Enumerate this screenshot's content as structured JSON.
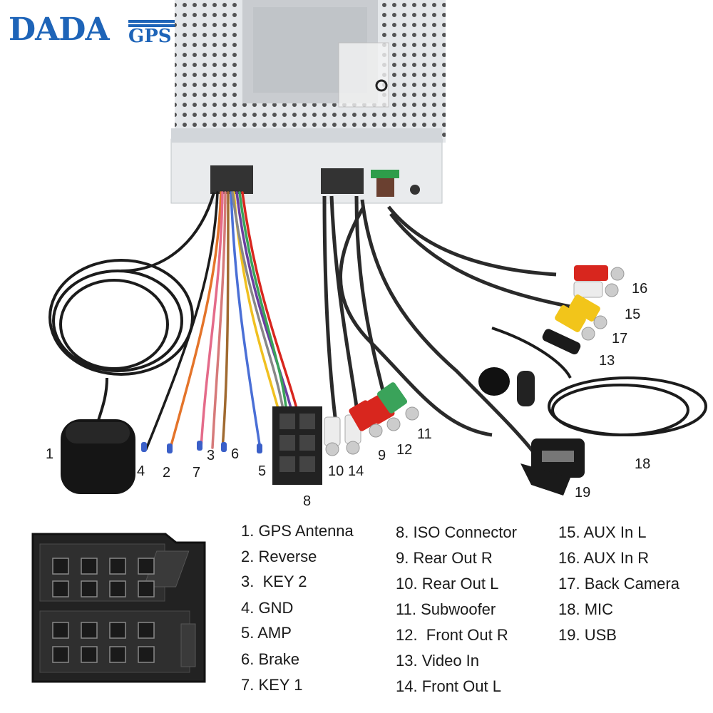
{
  "logo": {
    "main": "DADA",
    "sub": "GPS"
  },
  "callouts": [
    {
      "id": "1",
      "text": "1"
    },
    {
      "id": "2",
      "text": "2"
    },
    {
      "id": "3",
      "text": "3"
    },
    {
      "id": "4",
      "text": "4"
    },
    {
      "id": "5",
      "text": "5"
    },
    {
      "id": "6",
      "text": "6"
    },
    {
      "id": "7",
      "text": "7"
    },
    {
      "id": "8",
      "text": "8"
    },
    {
      "id": "9",
      "text": "9"
    },
    {
      "id": "10",
      "text": "10"
    },
    {
      "id": "11",
      "text": "11"
    },
    {
      "id": "12",
      "text": "12"
    },
    {
      "id": "13",
      "text": "13"
    },
    {
      "id": "14",
      "text": "14"
    },
    {
      "id": "15",
      "text": "15"
    },
    {
      "id": "16",
      "text": "16"
    },
    {
      "id": "17",
      "text": "17"
    },
    {
      "id": "18",
      "text": "18"
    },
    {
      "id": "19",
      "text": "19"
    }
  ],
  "legend": [
    {
      "text": "1. GPS Antenna"
    },
    {
      "text": "2. Reverse"
    },
    {
      "text": "3.  KEY 2"
    },
    {
      "text": "4. GND"
    },
    {
      "text": "5. AMP"
    },
    {
      "text": "6. Brake"
    },
    {
      "text": "7. KEY 1"
    },
    {
      "text": "8. ISO Connector"
    },
    {
      "text": "9. Rear Out R"
    },
    {
      "text": "10. Rear Out L"
    },
    {
      "text": "11. Subwoofer"
    },
    {
      "text": "12.  Front Out R"
    },
    {
      "text": "13. Video In"
    },
    {
      "text": "14. Front Out L"
    },
    {
      "text": "15. AUX In L"
    },
    {
      "text": "16. AUX In R"
    },
    {
      "text": "17. Back Camera"
    },
    {
      "text": "18. MIC"
    },
    {
      "text": "19. USB"
    }
  ],
  "colors": {
    "brand": "#1e64b8",
    "cable": "#1c1c1c",
    "rca_red": "#d8261e",
    "rca_white": "#ececec",
    "rca_yellow": "#f2c51a",
    "rca_green": "#3aa35a",
    "iso": "#222222",
    "chassis": "#d9dde2"
  }
}
